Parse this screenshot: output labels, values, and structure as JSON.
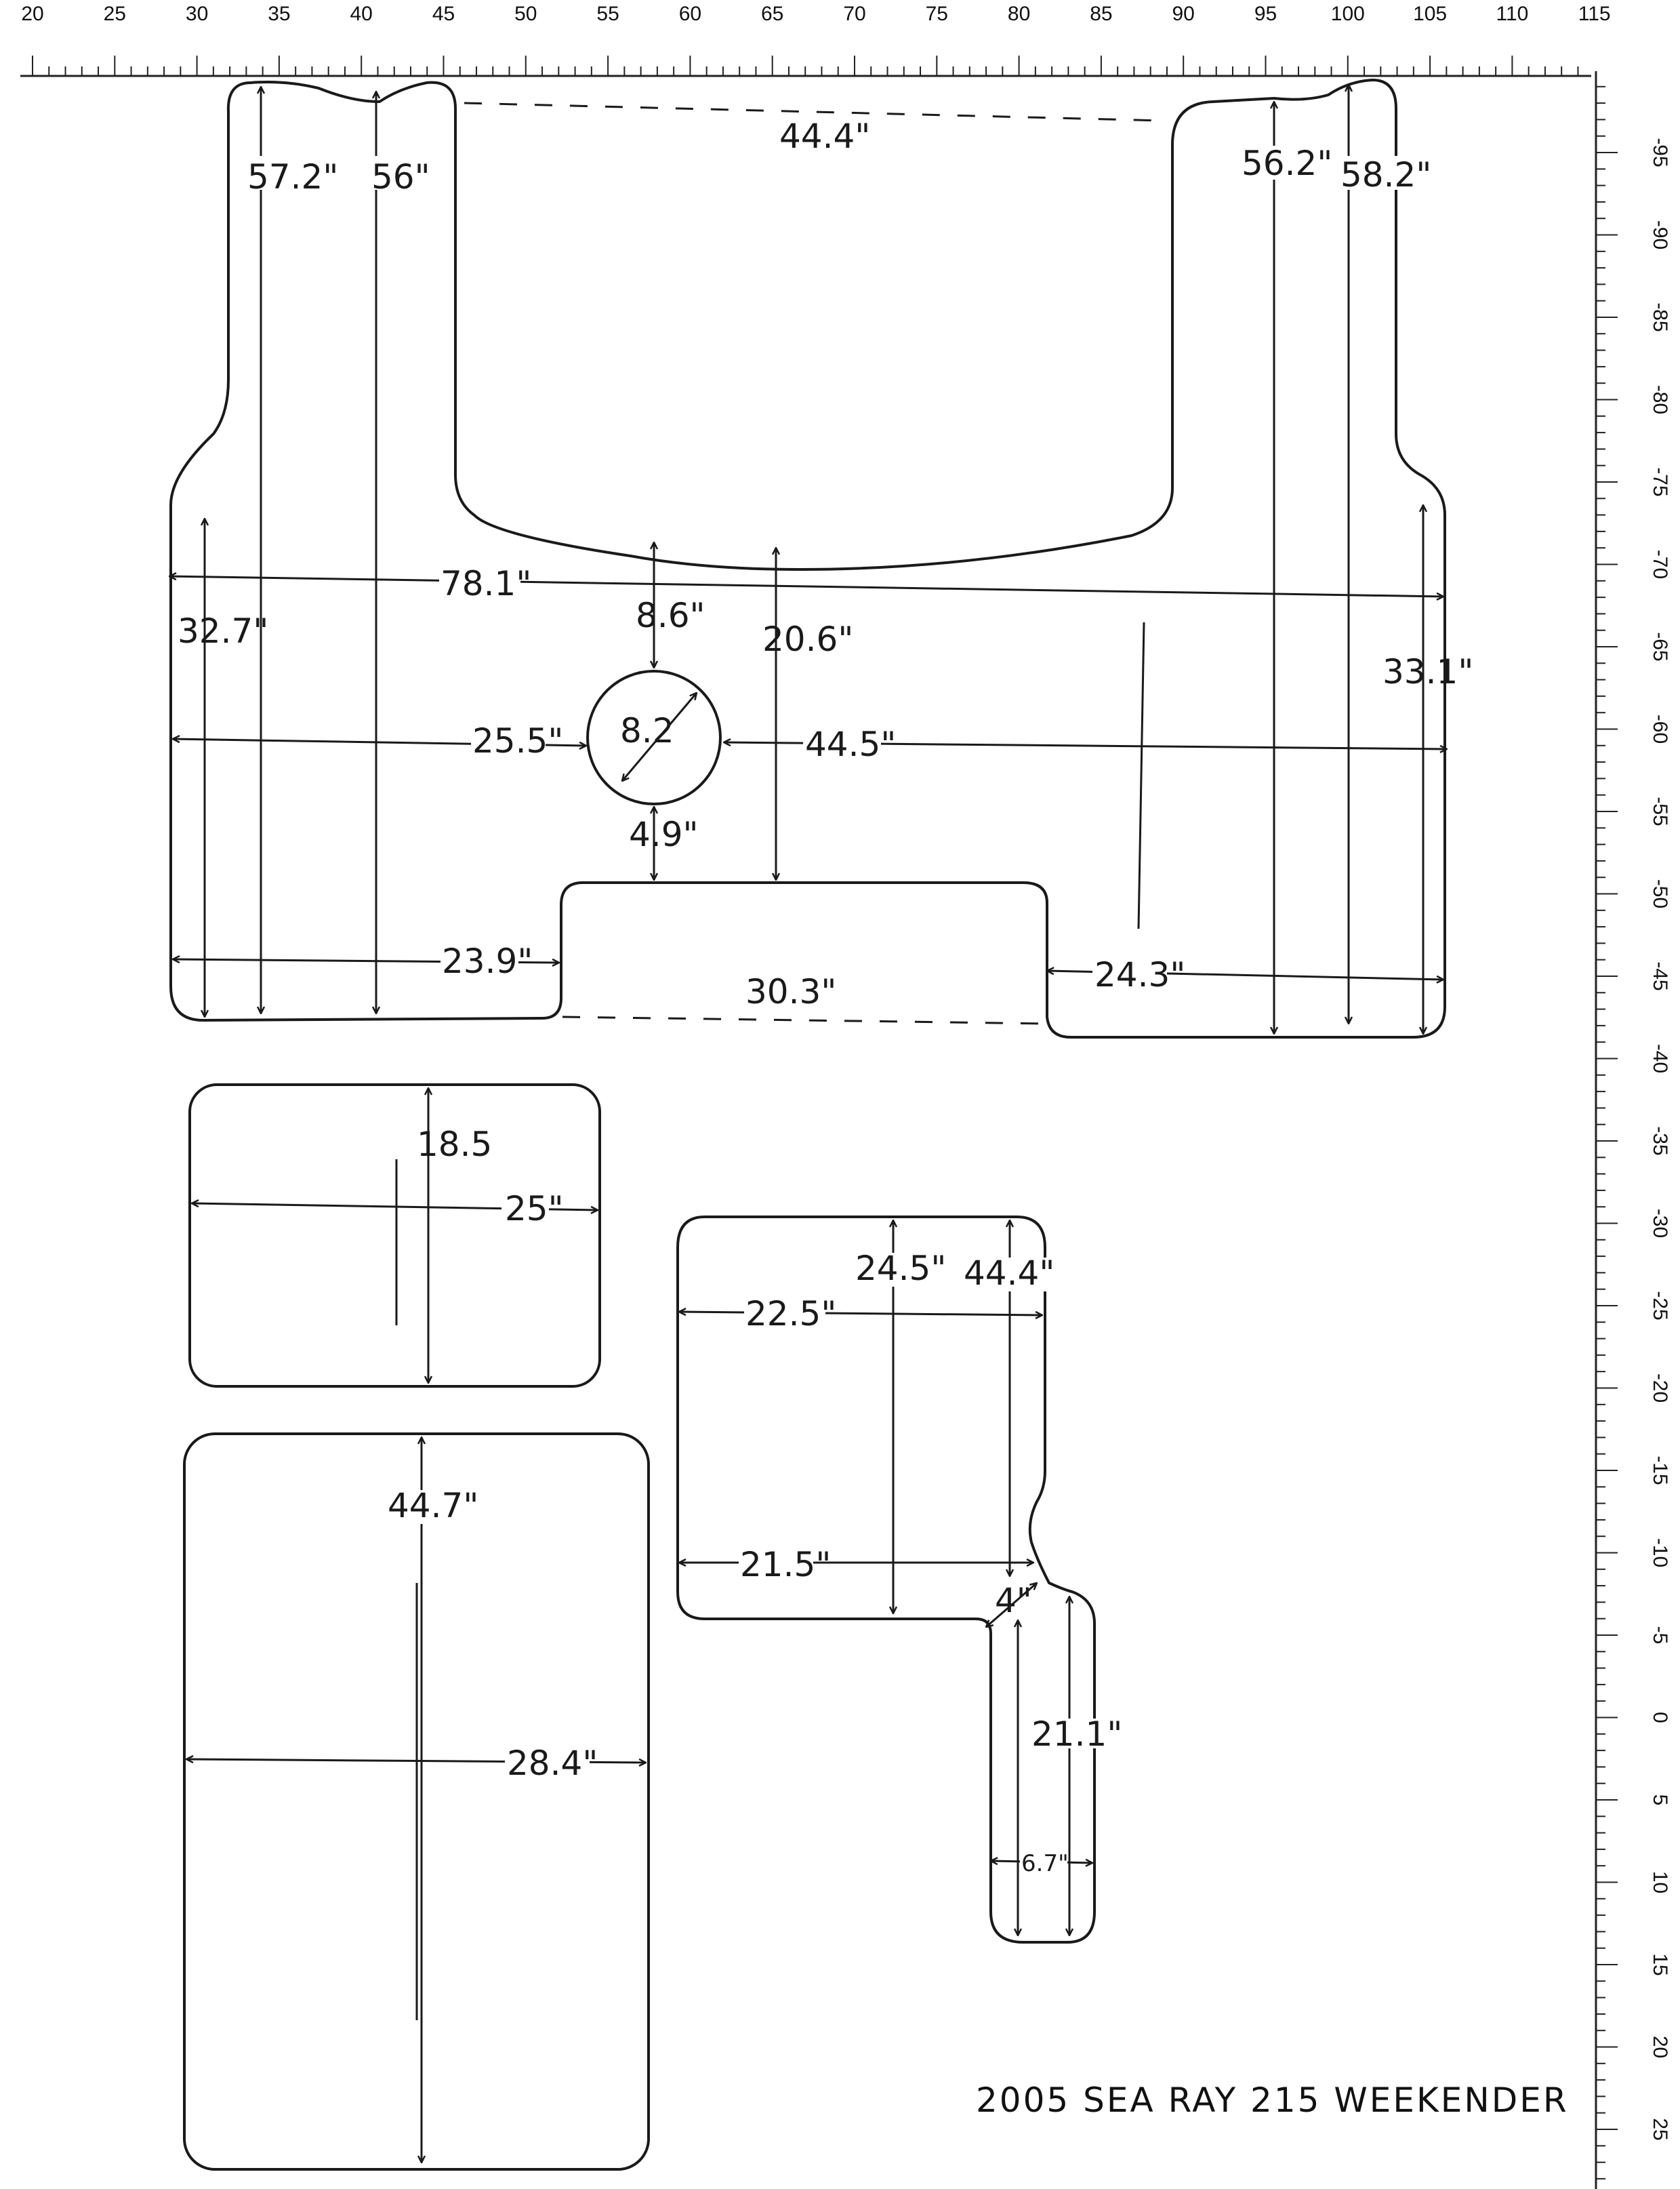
{
  "ruler_top": {
    "labels": [
      "20",
      "25",
      "30",
      "35",
      "40",
      "45",
      "50",
      "55",
      "60",
      "65",
      "70",
      "75",
      "80",
      "85",
      "90",
      "95",
      "100",
      "105",
      "110",
      "115"
    ]
  },
  "ruler_right": {
    "labels": [
      "-95",
      "-90",
      "-85",
      "-80",
      "-75",
      "-70",
      "-65",
      "-60",
      "-55",
      "-50",
      "-45",
      "-40",
      "-35",
      "-30",
      "-25",
      "-20",
      "-15",
      "-10",
      "-5",
      "0",
      "5",
      "10",
      "15",
      "20",
      "25"
    ]
  },
  "main_piece": {
    "dims": {
      "left_arm_outer": "57.2\"",
      "left_arm_inner": "56\"",
      "top_gap": "44.4\"",
      "right_arm_inner": "56.2\"",
      "right_arm_outer": "58.2\"",
      "overall_width": "78.1\"",
      "left_edge": "32.7\"",
      "right_edge": "33.1\"",
      "above_hole": "8.6\"",
      "center_height": "20.6\"",
      "hole_diameter": "8.2",
      "left_to_hole": "25.5\"",
      "hole_to_right": "44.5\"",
      "below_hole": "4.9\"",
      "bottom_left": "23.9\"",
      "notch_width": "30.3\"",
      "bottom_right": "24.3\""
    }
  },
  "piece_small": {
    "height": "18.5",
    "width": "25\""
  },
  "piece_large": {
    "height": "44.7\"",
    "width": "28.4\""
  },
  "piece_l": {
    "height_inner": "24.5\"",
    "height_outer": "44.4\"",
    "width_top": "22.5\"",
    "width_bottom": "21.5\"",
    "step": "4\"",
    "tab_height": "21.1\"",
    "tab_width": "6.7\""
  },
  "title": "2005  SEA RAY 215 WEEKENDER"
}
